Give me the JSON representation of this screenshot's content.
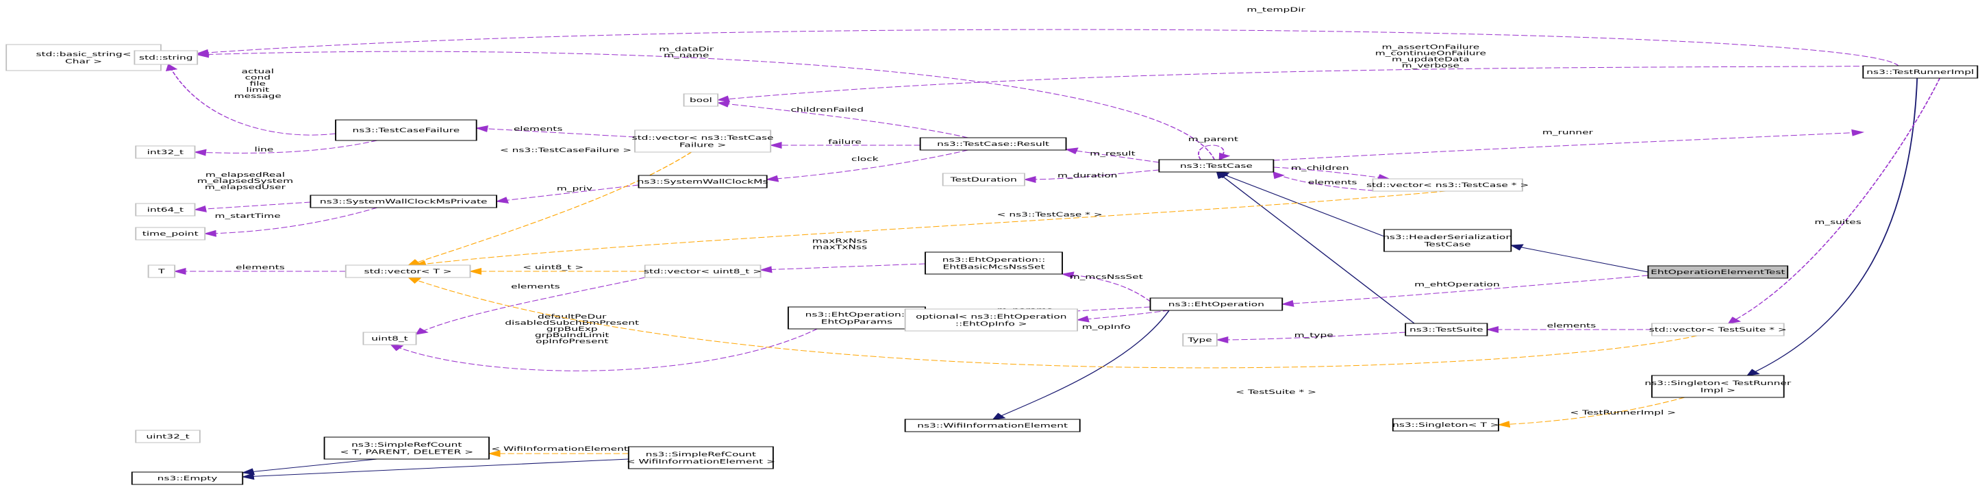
{
  "colors": {
    "inherit": "#191970",
    "member": "#9a32cd",
    "template": "#ffa500",
    "node_border": "#000000",
    "ext_border": "#bfbfbf",
    "focus_fill": "#bfbfbf",
    "text": "#000000"
  },
  "nodes": [
    {
      "id": "basic_string",
      "lines": [
        "std::basic_string<",
        "Char >"
      ],
      "style": "ext"
    },
    {
      "id": "string",
      "lines": [
        "std::string"
      ],
      "style": "ext"
    },
    {
      "id": "int32",
      "lines": [
        "int32_t"
      ],
      "style": "ext"
    },
    {
      "id": "int64",
      "lines": [
        "int64_t"
      ],
      "style": "ext"
    },
    {
      "id": "time_point",
      "lines": [
        "time_point"
      ],
      "style": "ext"
    },
    {
      "id": "T",
      "lines": [
        "T"
      ],
      "style": "ext"
    },
    {
      "id": "uint8",
      "lines": [
        "uint8_t"
      ],
      "style": "ext"
    },
    {
      "id": "uint32",
      "lines": [
        "uint32_t"
      ],
      "style": "ext"
    },
    {
      "id": "empty",
      "lines": [
        "ns3::Empty"
      ],
      "style": "class"
    },
    {
      "id": "failure",
      "lines": [
        "ns3::TestCaseFailure"
      ],
      "style": "class"
    },
    {
      "id": "wallpriv",
      "lines": [
        "ns3::SystemWallClockMsPrivate"
      ],
      "style": "class"
    },
    {
      "id": "vec_t",
      "lines": [
        "std::vector< T >"
      ],
      "style": "ext"
    },
    {
      "id": "simpleref",
      "lines": [
        "ns3::SimpleRefCount",
        "< T, PARENT, DELETER >"
      ],
      "style": "class"
    },
    {
      "id": "bool",
      "lines": [
        "bool"
      ],
      "style": "ext"
    },
    {
      "id": "vec_failure",
      "lines": [
        "std::vector< ns3::TestCase",
        "Failure >"
      ],
      "style": "ext"
    },
    {
      "id": "wallclock",
      "lines": [
        "ns3::SystemWallClockMs"
      ],
      "style": "class"
    },
    {
      "id": "vec_uint8",
      "lines": [
        "std::vector< uint8_t >"
      ],
      "style": "ext"
    },
    {
      "id": "ehtparams",
      "lines": [
        "ns3::EhtOperation::",
        "EhtOpParams"
      ],
      "style": "class"
    },
    {
      "id": "simpleref_wie",
      "lines": [
        "ns3::SimpleRefCount",
        "< WifiInformationElement >"
      ],
      "style": "class"
    },
    {
      "id": "result",
      "lines": [
        "ns3::TestCase::Result"
      ],
      "style": "class"
    },
    {
      "id": "ehtbasic",
      "lines": [
        "ns3::EhtOperation::",
        "EhtBasicMcsNssSet"
      ],
      "style": "class"
    },
    {
      "id": "optional",
      "lines": [
        "optional< ns3::EhtOperation",
        "::EhtOpInfo >"
      ],
      "style": "ext"
    },
    {
      "id": "wie",
      "lines": [
        "ns3::WifiInformationElement"
      ],
      "style": "class"
    },
    {
      "id": "duration",
      "lines": [
        "TestDuration"
      ],
      "style": "ext"
    },
    {
      "id": "type",
      "lines": [
        "Type"
      ],
      "style": "ext"
    },
    {
      "id": "testcase",
      "lines": [
        "ns3::TestCase"
      ],
      "style": "class"
    },
    {
      "id": "ehtop",
      "lines": [
        "ns3::EhtOperation"
      ],
      "style": "class"
    },
    {
      "id": "testsuite",
      "lines": [
        "ns3::TestSuite"
      ],
      "style": "class"
    },
    {
      "id": "singleton_t",
      "lines": [
        "ns3::Singleton< T >"
      ],
      "style": "class"
    },
    {
      "id": "vec_testcase",
      "lines": [
        "std::vector< ns3::TestCase * >"
      ],
      "style": "ext"
    },
    {
      "id": "hdrser",
      "lines": [
        "ns3::HeaderSerialization",
        "TestCase"
      ],
      "style": "class"
    },
    {
      "id": "vec_testsuite",
      "lines": [
        "std::vector< TestSuite * >"
      ],
      "style": "ext"
    },
    {
      "id": "singleton_runner",
      "lines": [
        "ns3::Singleton< TestRunner",
        "Impl >"
      ],
      "style": "class"
    },
    {
      "id": "focus",
      "lines": [
        "EhtOperationElementTest"
      ],
      "style": "focus"
    },
    {
      "id": "runnerimpl",
      "lines": [
        "ns3::TestRunnerImpl"
      ],
      "style": "class"
    }
  ],
  "edges": [
    {
      "id": "e-string-basic",
      "kind": "inherit",
      "label": []
    },
    {
      "id": "e-simpleref-empty",
      "kind": "inherit",
      "label": []
    },
    {
      "id": "e-wie-empty",
      "kind": "inherit",
      "label": []
    },
    {
      "id": "e-wie-simpleref",
      "kind": "inherit",
      "label": []
    },
    {
      "id": "e-ehtop-wie",
      "kind": "inherit",
      "label": []
    },
    {
      "id": "e-hdr-testcase",
      "kind": "inherit",
      "label": []
    },
    {
      "id": "e-suite-testcase",
      "kind": "inherit",
      "label": []
    },
    {
      "id": "e-focus-hdr",
      "kind": "inherit",
      "label": []
    },
    {
      "id": "e-runner-singleton",
      "kind": "inherit",
      "label": []
    },
    {
      "id": "e-failure-string",
      "kind": "member",
      "label": [
        "actual",
        "cond",
        "file",
        "limit",
        "message"
      ]
    },
    {
      "id": "e-failure-int32",
      "kind": "member",
      "label": [
        "line"
      ]
    },
    {
      "id": "e-wallpriv-int64",
      "kind": "member",
      "label": [
        "m_elapsedReal",
        "m_elapsedSystem",
        "m_elapsedUser"
      ]
    },
    {
      "id": "e-wallpriv-time",
      "kind": "member",
      "label": [
        "m_startTime"
      ]
    },
    {
      "id": "e-vect-T",
      "kind": "member",
      "label": [
        "elements"
      ]
    },
    {
      "id": "e-vecfail-failure",
      "kind": "member",
      "label": [
        "elements"
      ]
    },
    {
      "id": "e-wallclock-wallpriv",
      "kind": "member",
      "label": [
        "m_priv"
      ]
    },
    {
      "id": "e-vecuint8-uint8",
      "kind": "member",
      "label": [
        "elements"
      ]
    },
    {
      "id": "e-result-bool",
      "kind": "member",
      "label": [
        "childrenFailed"
      ]
    },
    {
      "id": "e-result-vecfail",
      "kind": "member",
      "label": [
        "failure"
      ]
    },
    {
      "id": "e-result-wallclock",
      "kind": "member",
      "label": [
        "clock"
      ]
    },
    {
      "id": "e-basic-vecuint8",
      "kind": "member",
      "label": [
        "maxRxNss",
        "maxTxNss"
      ]
    },
    {
      "id": "e-params-uint8",
      "kind": "member",
      "label": [
        "defaultPeDur",
        "disabledSubchBmPresent",
        "grpBuExp",
        "grpBuIndLimit",
        "opInfoPresent"
      ]
    },
    {
      "id": "e-simplerefwie-simpleref",
      "kind": "template",
      "label": [
        "< WifiInformationElement >"
      ]
    },
    {
      "id": "e-testcase-string",
      "kind": "member",
      "label": [
        "m_dataDir",
        "m_name"
      ]
    },
    {
      "id": "e-testcase-result",
      "kind": "member",
      "label": [
        "m_result"
      ]
    },
    {
      "id": "e-testcase-duration",
      "kind": "member",
      "label": [
        "m_duration"
      ]
    },
    {
      "id": "e-testcase-self",
      "kind": "member",
      "label": [
        "m_parent"
      ]
    },
    {
      "id": "e-testcase-vectc",
      "kind": "member",
      "label": [
        "m_children"
      ]
    },
    {
      "id": "e-vectc-testcase",
      "kind": "member",
      "label": [
        "elements"
      ]
    },
    {
      "id": "e-ehtop-basic",
      "kind": "member",
      "label": [
        "m_mcsNssSet"
      ]
    },
    {
      "id": "e-ehtop-params",
      "kind": "member",
      "label": [
        "m_params"
      ]
    },
    {
      "id": "e-ehtop-optional",
      "kind": "member",
      "label": [
        "m_opInfo"
      ]
    },
    {
      "id": "e-suite-type",
      "kind": "member",
      "label": [
        "m_type"
      ]
    },
    {
      "id": "e-focus-ehtop",
      "kind": "member",
      "label": [
        "m_ehtOperation"
      ]
    },
    {
      "id": "e-vecsuite-suite",
      "kind": "member",
      "label": [
        "elements"
      ]
    },
    {
      "id": "e-vecfail-vect",
      "kind": "template",
      "label": [
        "< ns3::TestCaseFailure >"
      ]
    },
    {
      "id": "e-vectc-vect",
      "kind": "template",
      "label": [
        "< ns3::TestCase * >"
      ]
    },
    {
      "id": "e-vecuint8-vect",
      "kind": "template",
      "label": [
        "< uint8_t >"
      ]
    },
    {
      "id": "e-vecsuite-vect",
      "kind": "template",
      "label": [
        "< TestSuite * >"
      ]
    },
    {
      "id": "e-singrun-singt",
      "kind": "template",
      "label": [
        "< TestRunnerImpl >"
      ]
    },
    {
      "id": "e-runner-string",
      "kind": "member",
      "label": [
        "m_tempDir"
      ]
    },
    {
      "id": "e-runner-bool",
      "kind": "member",
      "label": [
        "m_assertOnFailure",
        "m_continueOnFailure",
        "m_updateData",
        "m_verbose"
      ]
    },
    {
      "id": "e-runner-testcase",
      "kind": "member",
      "label": [
        "m_runner"
      ]
    },
    {
      "id": "e-runner-vecsuite",
      "kind": "member",
      "label": [
        "m_suites"
      ]
    }
  ]
}
